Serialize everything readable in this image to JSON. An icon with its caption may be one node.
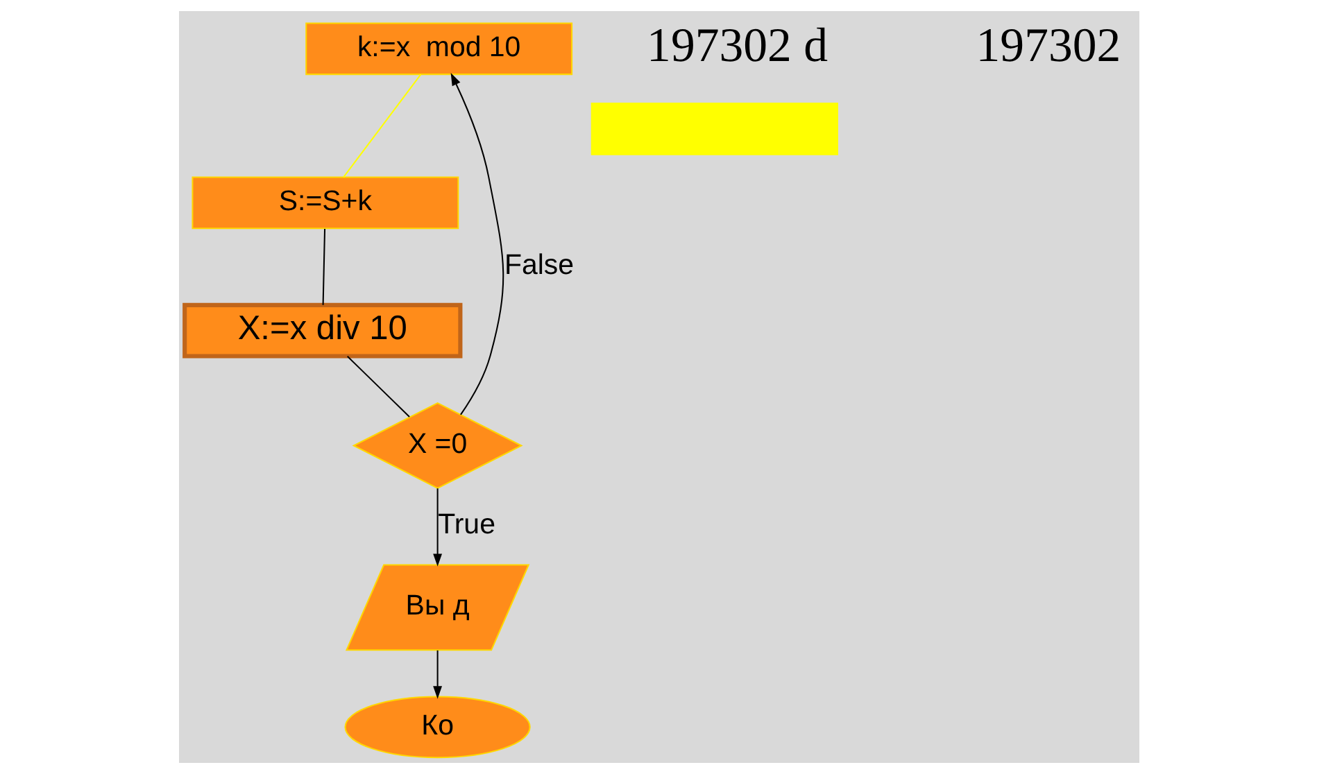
{
  "diagram": {
    "nodes": [
      {
        "text": [
          "k:=x  mod 10"
        ]
      },
      {
        "text": [
          "S:=S+k"
        ]
      },
      {
        "text": [
          "X:=x div 10"
        ]
      },
      {
        "text": [
          "X =0"
        ]
      },
      {
        "text": [
          "Ко"
        ]
      },
      {
        "text": [
          "Вы д"
        ]
      },
      {
        "text": [],
        "shape": "box"
      }
    ],
    "edges": [
      {
        "from": 3,
        "to": 0,
        "arrow": "to",
        "label": "False"
      },
      {
        "from": 0,
        "to": 1,
        "arrow": "none",
        "color": "#ffff00"
      },
      {
        "from": 1,
        "to": 2,
        "arrow": "none"
      },
      {
        "from": 2,
        "to": 3,
        "arrow": "none"
      },
      {
        "from": 3,
        "to": 5,
        "arrow": "to",
        "label": "True"
      },
      {
        "from": 5,
        "to": 4,
        "arrow": "to"
      }
    ],
    "labels": [
      "197302 d",
      "197302"
    ]
  }
}
